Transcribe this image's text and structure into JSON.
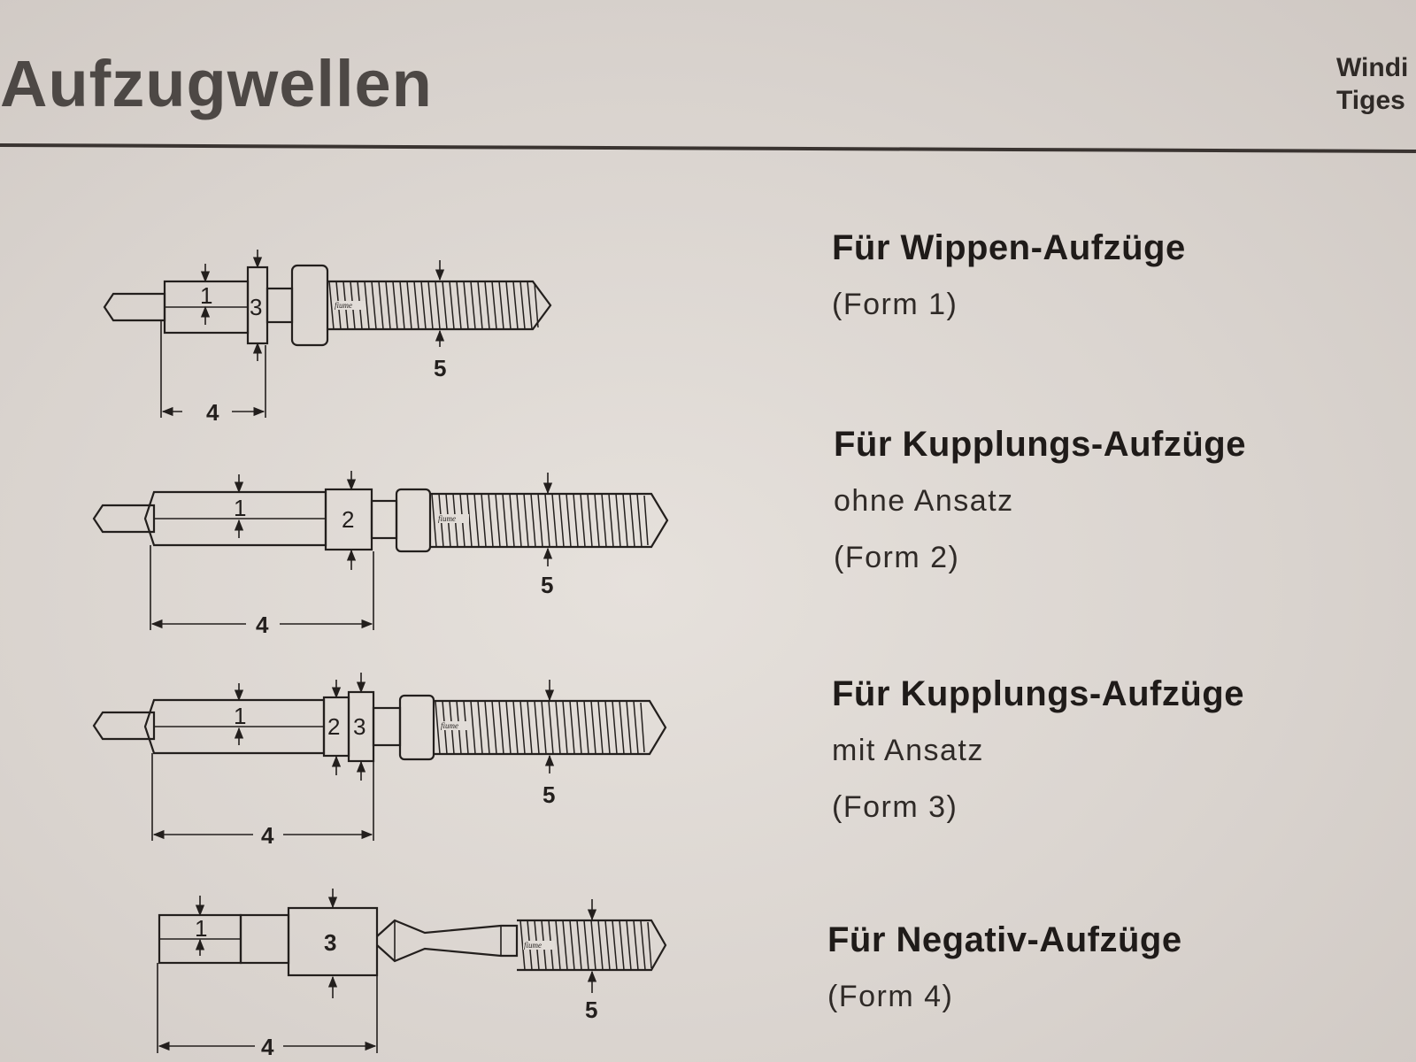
{
  "page": {
    "title": "Aufzugwellen",
    "corner": [
      "Windi",
      "Tiges"
    ]
  },
  "forms": [
    {
      "heading": "Für Wippen-Aufzüge",
      "lines": [
        "(Form 1)"
      ],
      "labels": {
        "d1": "1",
        "d3": "3",
        "d4": "4",
        "d5": "5",
        "brand": "fiume"
      }
    },
    {
      "heading": "Für Kupplungs-Aufzüge",
      "lines": [
        "ohne Ansatz",
        "(Form 2)"
      ],
      "labels": {
        "d1": "1",
        "d2": "2",
        "d4": "4",
        "d5": "5",
        "brand": "fiume"
      }
    },
    {
      "heading": "Für Kupplungs-Aufzüge",
      "lines": [
        "mit Ansatz",
        "(Form 3)"
      ],
      "labels": {
        "d1": "1",
        "d2": "2",
        "d3": "3",
        "d4": "4",
        "d5": "5",
        "brand": "fiume"
      }
    },
    {
      "heading": "Für Negativ-Aufzüge",
      "lines": [
        "(Form 4)"
      ],
      "labels": {
        "d1": "1",
        "d3": "3",
        "d4": "4",
        "d5": "5",
        "brand": "fiume"
      }
    }
  ]
}
